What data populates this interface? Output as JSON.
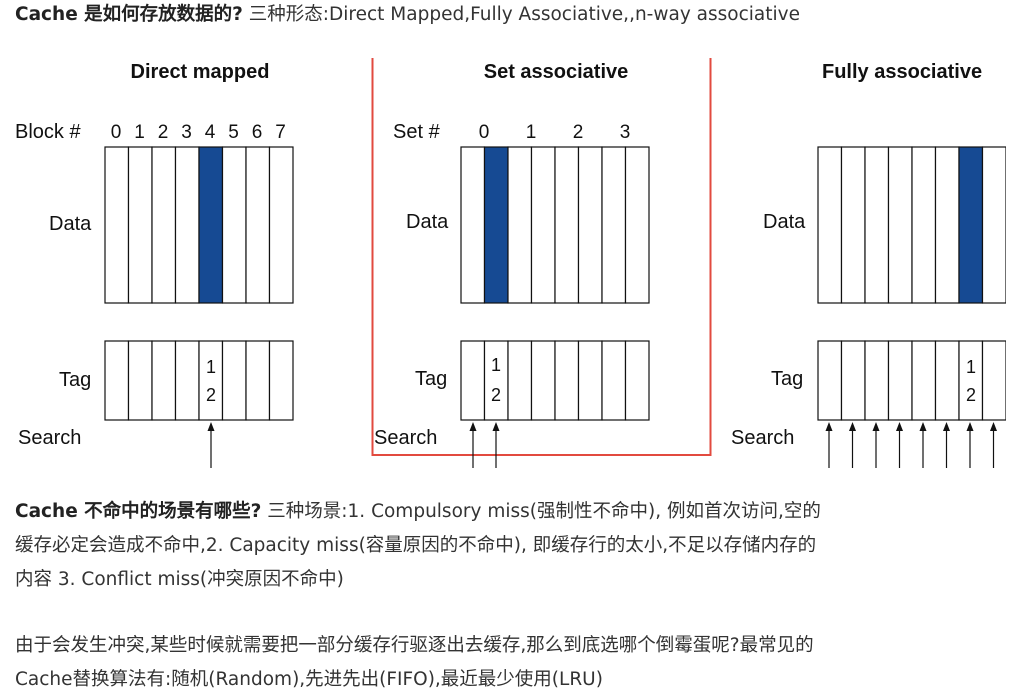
{
  "paragraph1": {
    "bold": "Cache 是如何存放数据的?",
    "text": " 三种形态:Direct Mapped,Fully Associative,,n-way associative"
  },
  "figure": {
    "direct": {
      "title": "Direct mapped",
      "index_label": "Block #",
      "index_numbers": [
        "0",
        "1",
        "2",
        "3",
        "4",
        "5",
        "6",
        "7"
      ],
      "data_label": "Data",
      "tag_label": "Tag",
      "search_label": "Search",
      "tag_text": [
        "1",
        "2"
      ]
    },
    "set": {
      "title": "Set associative",
      "index_label": "Set #",
      "index_numbers": [
        "0",
        "1",
        "2",
        "3"
      ],
      "data_label": "Data",
      "tag_label": "Tag",
      "search_label": "Search",
      "tag_text": [
        "1",
        "2"
      ]
    },
    "fully": {
      "title": "Fully associative",
      "data_label": "Data",
      "tag_label": "Tag",
      "search_label": "Search",
      "tag_text": [
        "1",
        "2"
      ]
    },
    "colors": {
      "highlight": "#164a93",
      "box": "#e24a3f"
    }
  },
  "paragraph2": {
    "bold": "Cache 不命中的场景有哪些?",
    "line1": " 三种场景:1. Compulsory miss(强制性不命中), 例如首次访问,空的",
    "line2": "缓存必定会造成不命中,2. Capacity miss(容量原因的不命中), 即缓存行的太小,不足以存储内存的",
    "line3": "内容 3. Conflict miss(冲突原因不命中)"
  },
  "paragraph3": {
    "line1": "由于会发生冲突,某些时候就需要把一部分缓存行驱逐出去缓存,那么到底选哪个倒霉蛋呢?最常见的",
    "line2": "Cache替换算法有:随机(Random),先进先出(FIFO),最近最少使用(LRU)"
  }
}
